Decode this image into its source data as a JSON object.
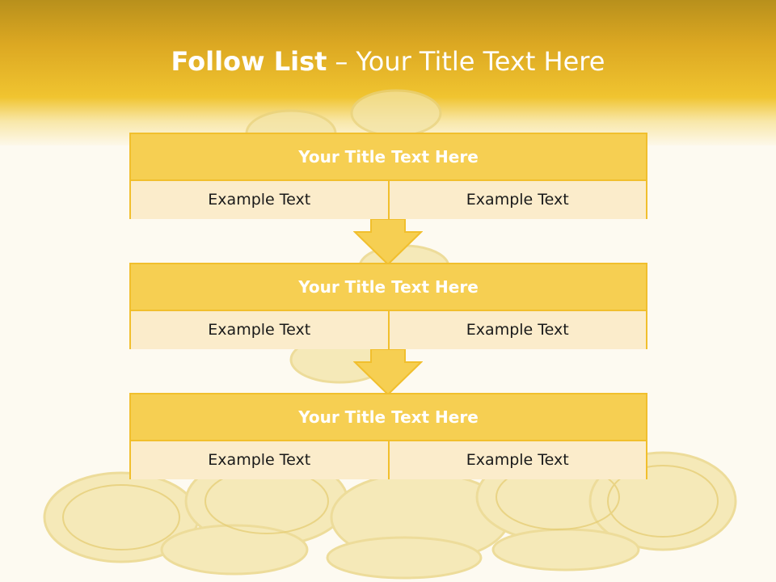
{
  "slide": {
    "title_bold": "Follow List",
    "title_separator": "–",
    "title_rest": "Your Title Text Here"
  },
  "blocks": [
    {
      "title": "Your Title Text Here",
      "left": "Example Text",
      "right": "Example Text"
    },
    {
      "title": "Your Title Text Here",
      "left": "Example Text",
      "right": "Example Text"
    },
    {
      "title": "Your Title Text Here",
      "left": "Example Text",
      "right": "Example Text"
    }
  ],
  "colors": {
    "header_gold": "#f0c430",
    "block_title_fill": "#f6cf52",
    "block_body_fill": "#fbeccb",
    "block_border": "#f1bf2d",
    "arrow_fill": "#f6cf52"
  }
}
